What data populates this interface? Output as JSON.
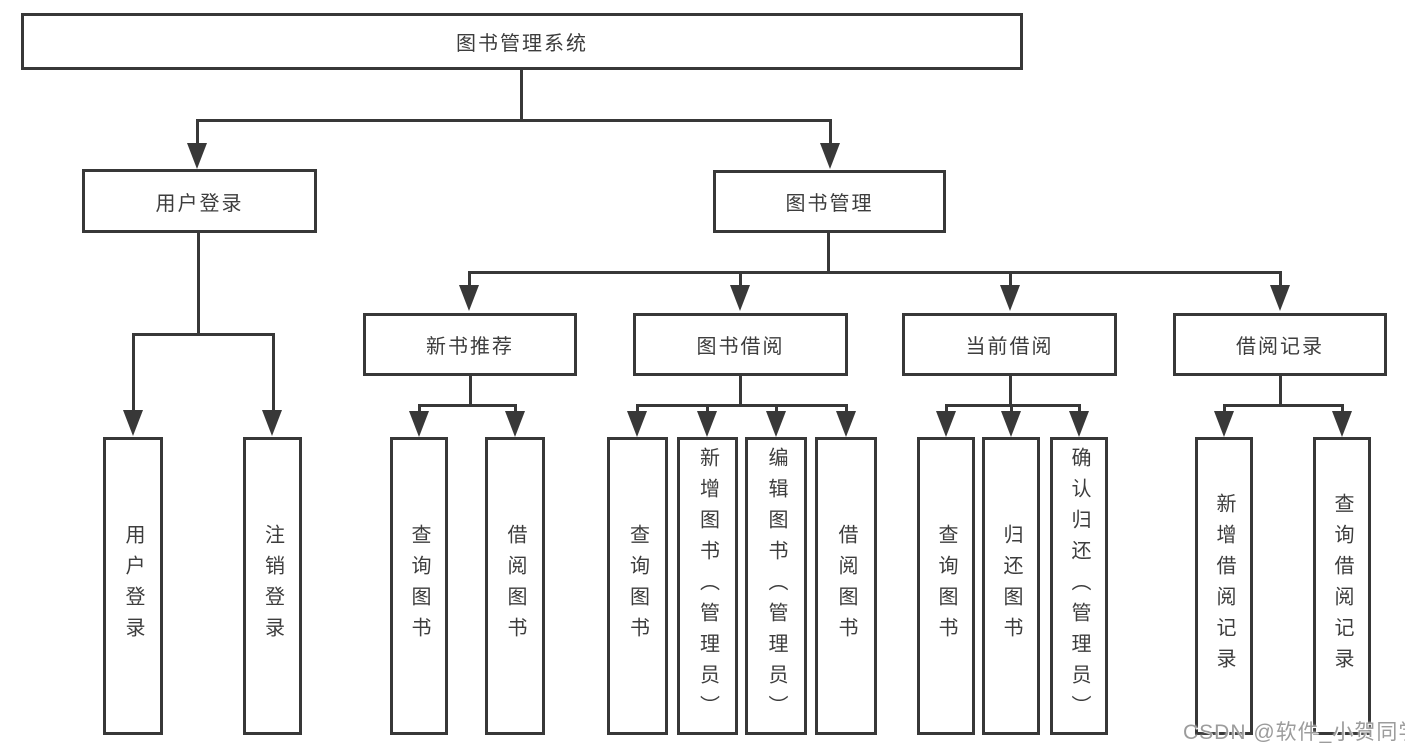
{
  "tree": {
    "label": "图书管理系统",
    "children": [
      {
        "label": "用户登录",
        "children": [
          {
            "label": "用户登录"
          },
          {
            "label": "注销登录"
          }
        ]
      },
      {
        "label": "图书管理",
        "children": [
          {
            "label": "新书推荐",
            "children": [
              {
                "label": "查询图书"
              },
              {
                "label": "借阅图书"
              }
            ]
          },
          {
            "label": "图书借阅",
            "children": [
              {
                "label": "查询图书"
              },
              {
                "label": "新增图书（管理员）"
              },
              {
                "label": "编辑图书（管理员）"
              },
              {
                "label": "借阅图书"
              }
            ]
          },
          {
            "label": "当前借阅",
            "children": [
              {
                "label": "查询图书"
              },
              {
                "label": "归还图书"
              },
              {
                "label": "确认归还（管理员）"
              }
            ]
          },
          {
            "label": "借阅记录",
            "children": [
              {
                "label": "新增借阅记录"
              },
              {
                "label": "查询借阅记录"
              }
            ]
          }
        ]
      }
    ]
  },
  "watermark": {
    "text": "CSDN @软件_小贺同学"
  },
  "colors": {
    "line": "#383838",
    "text": "#3d3d3d",
    "watermark": "#9c9c9c",
    "background": "#ffffff"
  }
}
